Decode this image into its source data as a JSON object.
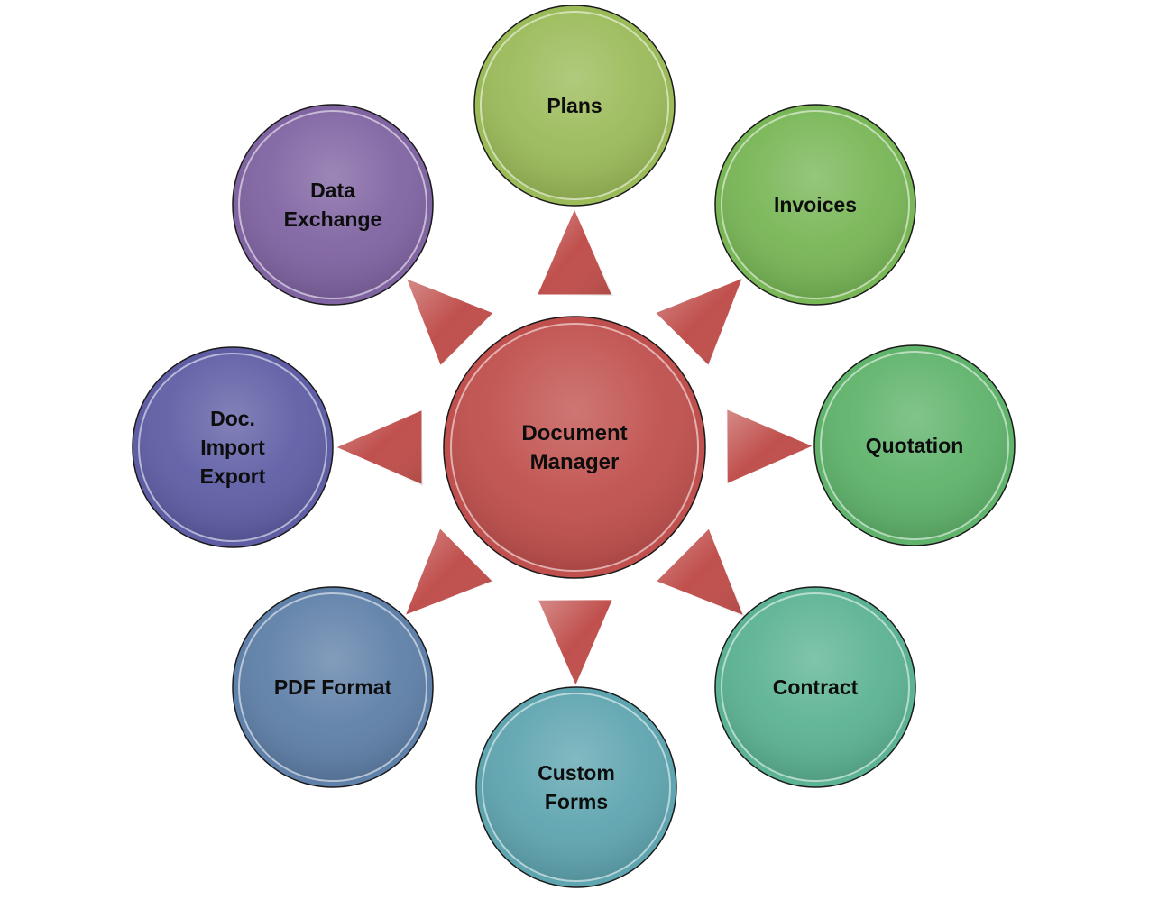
{
  "center": {
    "lines": [
      "Document",
      "Manager"
    ],
    "color": "#c0504d"
  },
  "connector_color": "#c0504d",
  "nodes": [
    {
      "id": "plans",
      "lines": [
        "Plans"
      ],
      "color": "#9bbb59"
    },
    {
      "id": "invoices",
      "lines": [
        "Invoices"
      ],
      "color": "#78b656"
    },
    {
      "id": "quotation",
      "lines": [
        "Quotation"
      ],
      "color": "#5fb36b"
    },
    {
      "id": "contract",
      "lines": [
        "Contract"
      ],
      "color": "#5cb394"
    },
    {
      "id": "custom-forms",
      "lines": [
        "Custom",
        "Forms"
      ],
      "color": "#5fa5b0"
    },
    {
      "id": "pdf-format",
      "lines": [
        "PDF Format"
      ],
      "color": "#5f80a8"
    },
    {
      "id": "doc-import-export",
      "lines": [
        "Doc.",
        "Import",
        "Export"
      ],
      "color": "#5f5ea5"
    },
    {
      "id": "data-exchange",
      "lines": [
        "Data",
        "Exchange"
      ],
      "color": "#8064a2"
    }
  ]
}
